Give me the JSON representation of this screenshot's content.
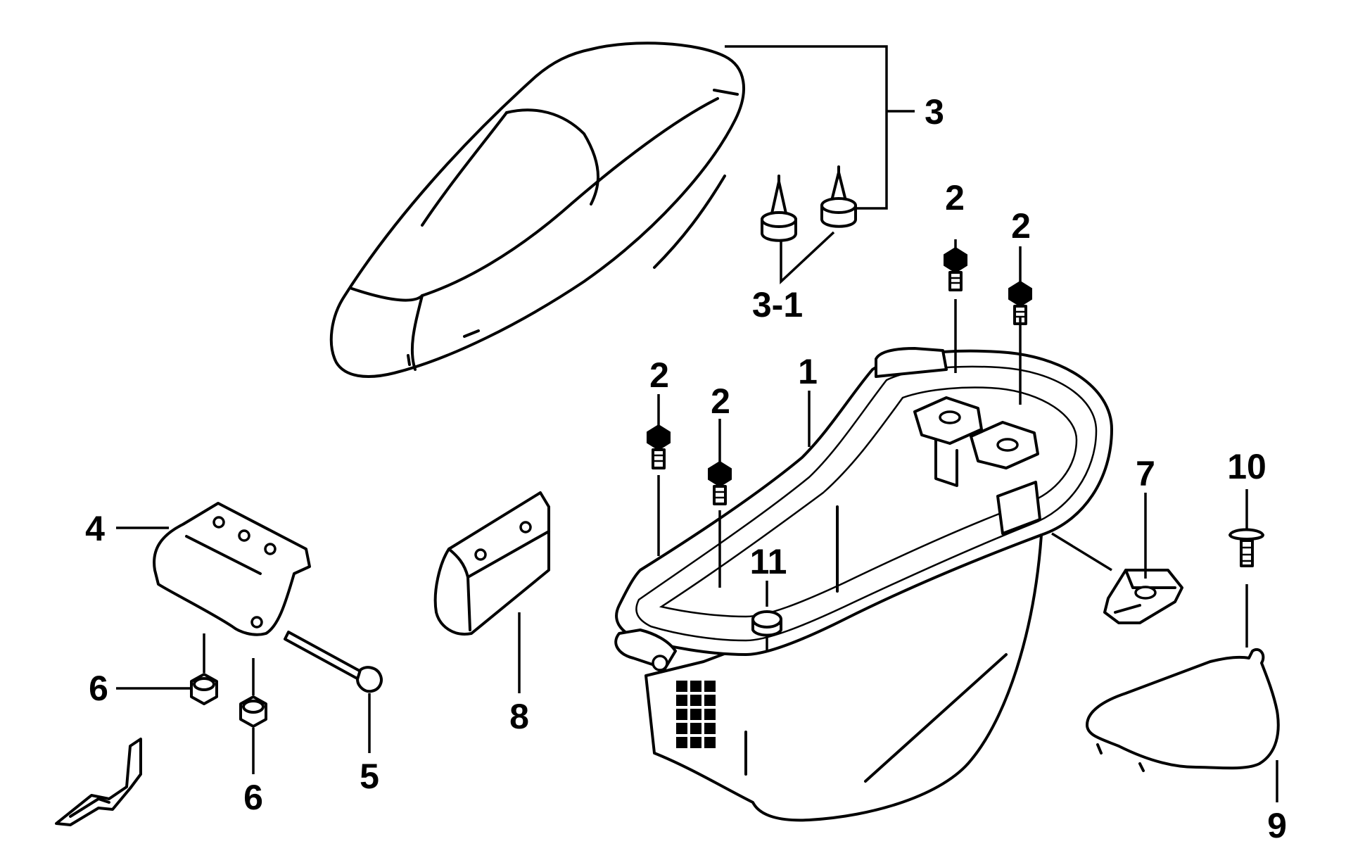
{
  "callouts": {
    "c1": "1",
    "c2a": "2",
    "c2b": "2",
    "c2c": "2",
    "c2d": "2",
    "c3": "3",
    "c3_1": "3-1",
    "c4": "4",
    "c5": "5",
    "c6a": "6",
    "c6b": "6",
    "c7": "7",
    "c8": "8",
    "c9": "9",
    "c10": "10",
    "c11": "11"
  }
}
